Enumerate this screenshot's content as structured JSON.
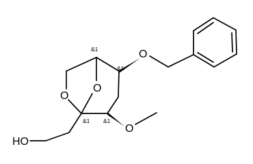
{
  "molecule": {
    "atom_labels": {
      "bridge_oxygen": "O",
      "ring_oxygen": "O",
      "ether_oxygen_benzyloxy": "O",
      "ether_oxygen_methoxy": "O",
      "hydroxyl": "HO"
    },
    "stereo_labels": {
      "c_bridgehead_top": "&1",
      "c_benzyloxy": "&1",
      "c_methoxy": "&1",
      "c_bridgehead_bottom": "&1"
    }
  }
}
